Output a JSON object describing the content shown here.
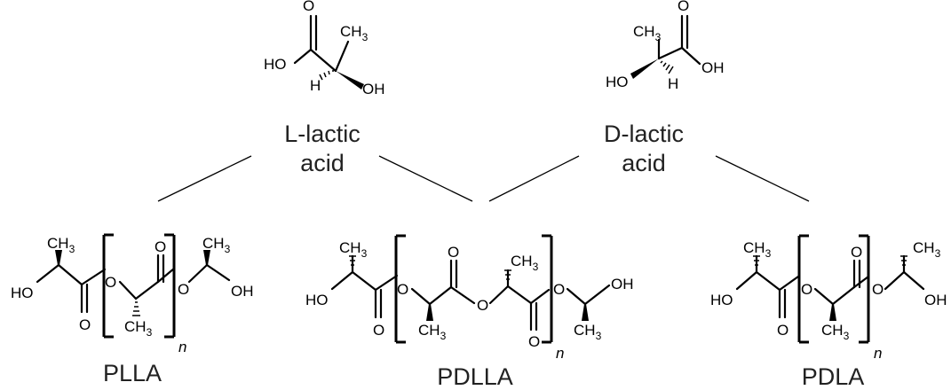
{
  "monomers": {
    "l_lactic": {
      "line1": "L-lactic",
      "line2": "acid"
    },
    "d_lactic": {
      "line1": "D-lactic",
      "line2": "acid"
    }
  },
  "polymers": {
    "plla": "PLLA",
    "pdlla": "PDLLA",
    "pdla": "PDLA"
  },
  "atoms": {
    "O": "O",
    "HO": "HO",
    "OH": "OH",
    "H": "H",
    "C": "C",
    "CH": "CH",
    "sub3": "3",
    "n": "n"
  }
}
